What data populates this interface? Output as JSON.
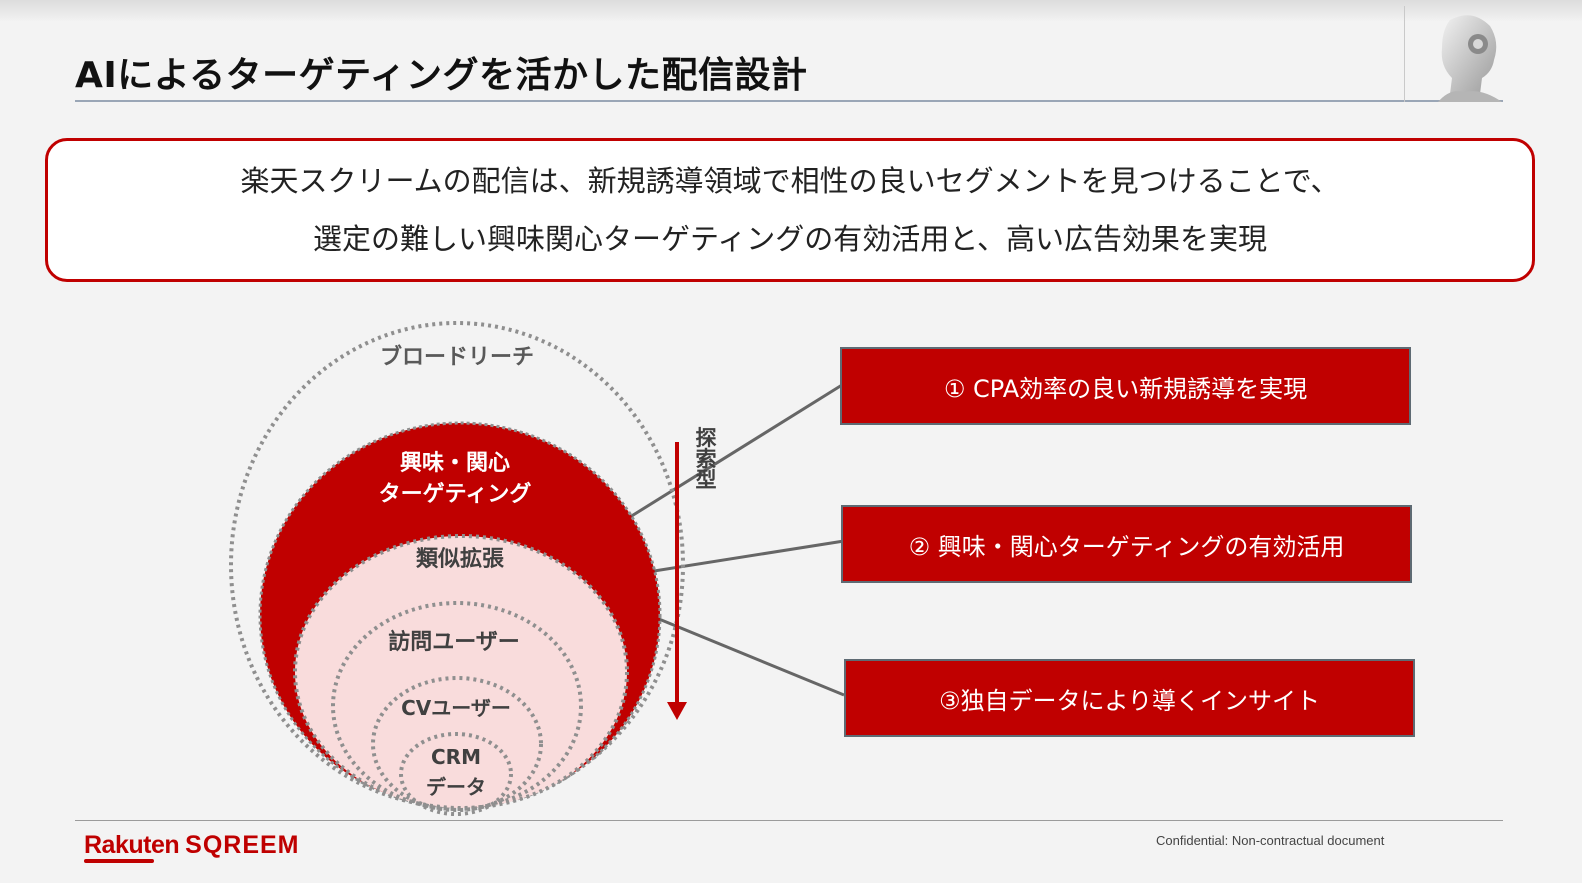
{
  "header": {
    "title": "AIによるターゲティングを活かした配信設計"
  },
  "message": {
    "line1": "楽天スクリームの配信は、新規誘導領域で相性の良いセグメントを見つけることで、",
    "line2": "選定の難しい興味関心ターゲティングの有効活用と、高い広告効果を実現"
  },
  "diagram": {
    "circles": [
      {
        "key": "broad",
        "label": "ブロードリーチ"
      },
      {
        "key": "interest",
        "label_lines": [
          "興味・関心",
          "ターゲティング"
        ]
      },
      {
        "key": "lookalike",
        "label": "類似拡張"
      },
      {
        "key": "visitors",
        "label": "訪問ユーザー"
      },
      {
        "key": "cv",
        "label": "CVユーザー"
      },
      {
        "key": "crm",
        "label_lines": [
          "CRM",
          "データ"
        ]
      }
    ],
    "arrow_label": "探索型",
    "callouts": [
      {
        "label": "① CPA効率の良い新規誘導を実現"
      },
      {
        "label": "② 興味・関心ターゲティングの有効活用"
      },
      {
        "label": "③独自データにより導くインサイト"
      }
    ]
  },
  "footer": {
    "brand": "Rakuten",
    "product": "SQREEM",
    "confidential": "Confidential: Non-contractual document"
  },
  "colors": {
    "accent": "#c00000",
    "pink_fill": "#f9dcdc",
    "dotted_gray": "#8f8f8f"
  }
}
